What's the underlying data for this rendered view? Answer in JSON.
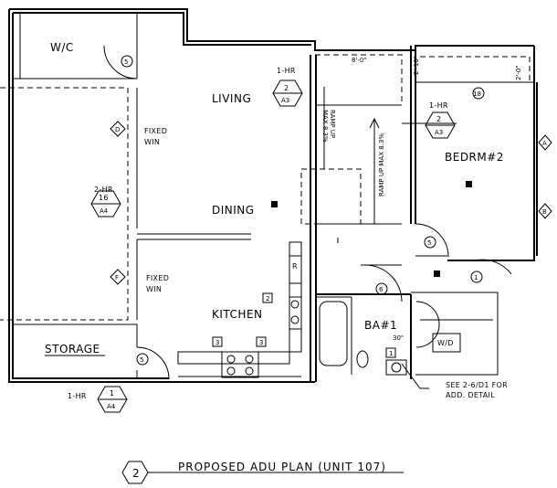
{
  "rooms": {
    "wc": "W/C",
    "living": "LIVING",
    "dining": "DINING",
    "kitchen": "KITCHEN",
    "storage": "STORAGE",
    "bedroom": "BEDRM#2",
    "bath": "BA#1",
    "wd": "W/D"
  },
  "windows": {
    "fixed_upper_1": "FIXED",
    "fixed_upper_2": "WIN",
    "fixed_lower_1": "FIXED",
    "fixed_lower_2": "WIN"
  },
  "section_tags": {
    "living": {
      "rating": "1-HR",
      "num": "2",
      "sheet": "A3"
    },
    "bedroom": {
      "rating": "1-HR",
      "num": "2",
      "sheet": "A3"
    },
    "west": {
      "rating": "2-HR",
      "num": "16",
      "sheet": "A4"
    },
    "south": {
      "rating": "1-HR",
      "num": "1",
      "sheet": "A4"
    }
  },
  "dimensions": {
    "top": "8'-0\"",
    "right_horizontal": "2'-10\"",
    "right_vertical": "2'-0\"",
    "ramp_left": "RAMP UP",
    "ramp_left_2": "MAX 8.3%",
    "ramp_right": "RAMP UP MAX 8.3%",
    "bath_clear": "30\""
  },
  "markers": {
    "door_wc": "5",
    "door_bed": "5",
    "door_storage": "5",
    "door_bath": "6",
    "door_entry": "1",
    "wall_18": "18",
    "grid_d": "D",
    "grid_f": "F",
    "grid_a": "A",
    "grid_b": "B",
    "appl_2": "2",
    "appl_3a": "3",
    "appl_3b": "3",
    "bath_1": "1",
    "fridge": "R"
  },
  "notes": {
    "detail_1": "SEE 2-6/D1 FOR",
    "detail_2": "ADD. DETAIL"
  },
  "title_block": {
    "num": "2",
    "title": "PROPOSED ADU PLAN (UNIT 107)"
  }
}
